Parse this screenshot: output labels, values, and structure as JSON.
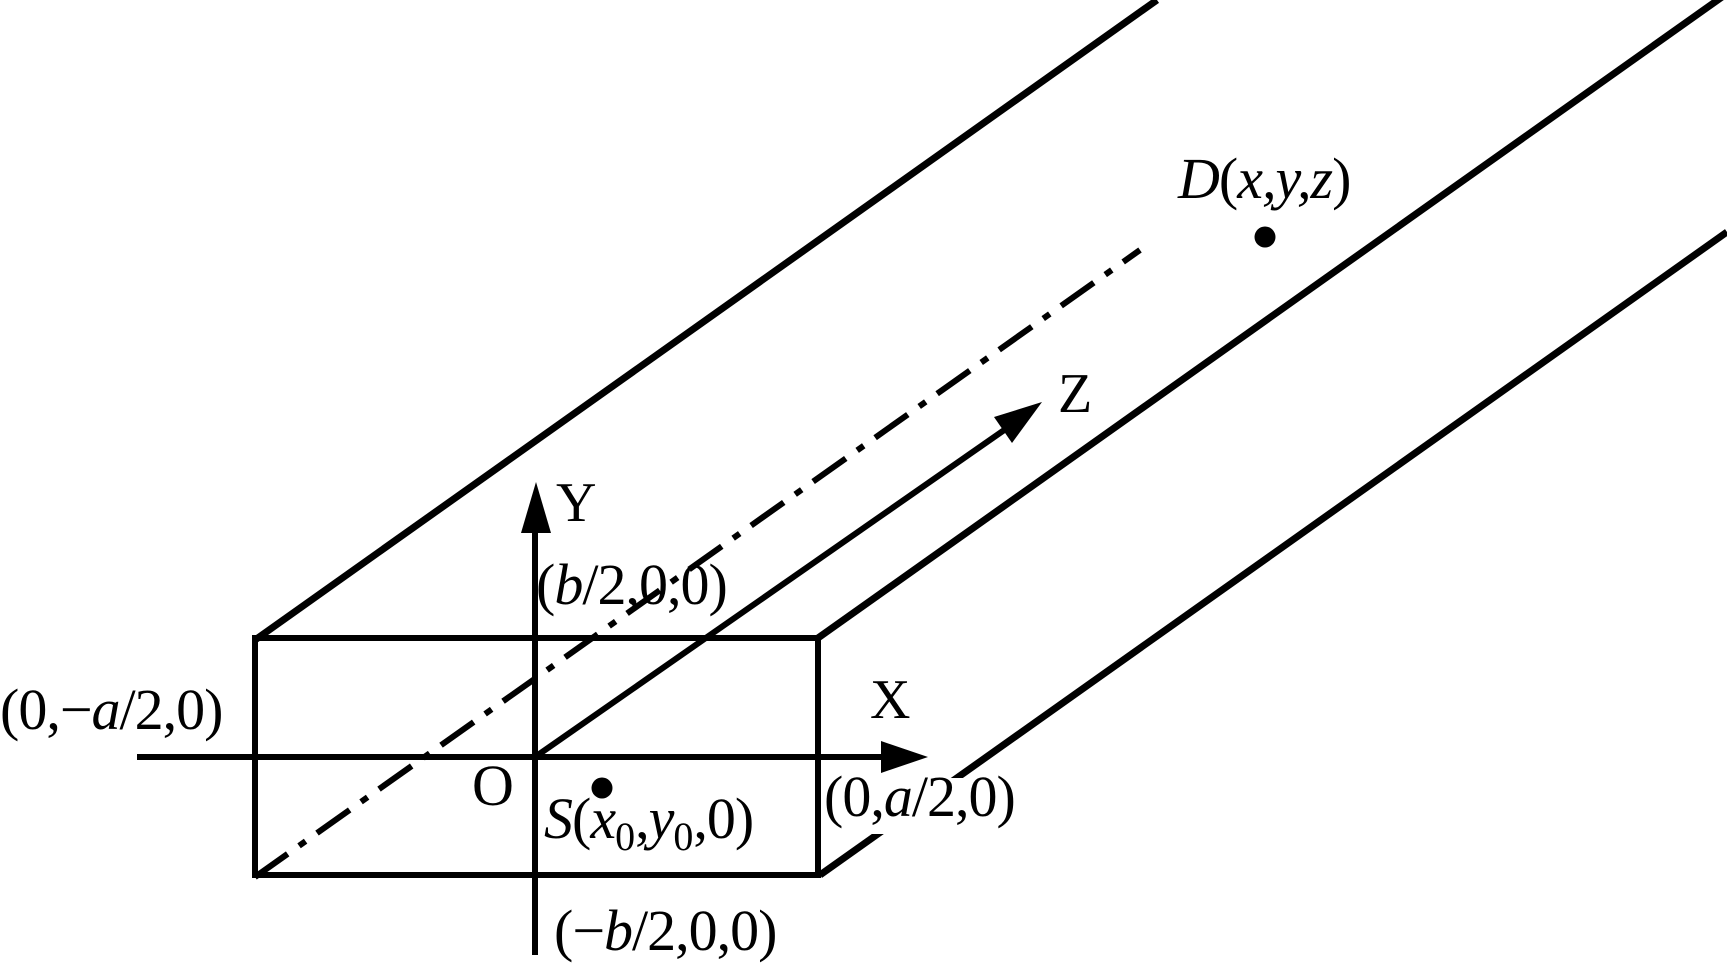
{
  "figure": {
    "title": "Rectangular waveguide with source point S and observation point D in Cartesian coordinates",
    "axes": {
      "x": "X",
      "y": "Y",
      "z": "Z",
      "origin": "O"
    },
    "points": {
      "d": {
        "name": "D",
        "open": "(",
        "args": "x,y,z",
        "close": ")"
      },
      "s": {
        "name": "S",
        "open": "(",
        "v1": "x",
        "sub1": "0",
        "c1": ",",
        "v2": "y",
        "sub2": "0",
        "rest": ",0)"
      }
    },
    "coords": {
      "top": {
        "open": "(",
        "v": "b",
        "rest": "/2,0,0)"
      },
      "bottom": {
        "open": "(−",
        "v": "b",
        "rest": "/2,0,0)"
      },
      "left": {
        "open": "(0,−",
        "v": "a",
        "rest": "/2,0)"
      },
      "right": {
        "open": "(0,",
        "v": "a",
        "rest": "/2,0)"
      }
    },
    "colors": {
      "ink": "#000000",
      "background": "#ffffff"
    }
  }
}
